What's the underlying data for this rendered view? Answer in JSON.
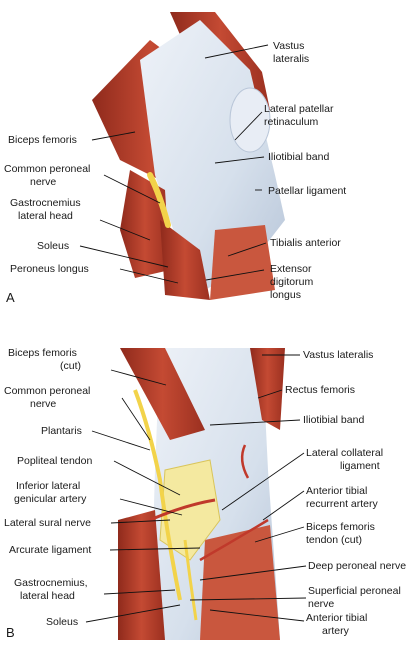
{
  "panels": [
    {
      "letter": "A",
      "labels": [
        {
          "id": "vastus-lateralis",
          "lines": [
            "Vastus",
            "lateralis"
          ]
        },
        {
          "id": "lateral-patellar-retinaculum",
          "lines": [
            "Lateral patellar",
            "retinaculum"
          ]
        },
        {
          "id": "biceps-femoris",
          "lines": [
            "Biceps femoris"
          ]
        },
        {
          "id": "common-peroneal-nerve",
          "lines": [
            "Common peroneal",
            "nerve"
          ]
        },
        {
          "id": "iliotibial-band",
          "lines": [
            "Iliotibial band"
          ]
        },
        {
          "id": "patellar-ligament",
          "lines": [
            "Patellar ligament"
          ]
        },
        {
          "id": "gastrocnemius-lateral-head",
          "lines": [
            "Gastrocnemius",
            "lateral head"
          ]
        },
        {
          "id": "tibialis-anterior",
          "lines": [
            "Tibialis anterior"
          ]
        },
        {
          "id": "soleus",
          "lines": [
            "Soleus"
          ]
        },
        {
          "id": "peroneus-longus",
          "lines": [
            "Peroneus longus"
          ]
        },
        {
          "id": "extensor-digitorum-longus",
          "lines": [
            "Extensor",
            "digitorum",
            "longus"
          ]
        }
      ]
    },
    {
      "letter": "B",
      "labels": [
        {
          "id": "biceps-femoris-cut",
          "lines": [
            "Biceps femoris",
            "(cut)"
          ]
        },
        {
          "id": "vastus-lateralis",
          "lines": [
            "Vastus lateralis"
          ]
        },
        {
          "id": "common-peroneal-nerve",
          "lines": [
            "Common peroneal",
            "nerve"
          ]
        },
        {
          "id": "rectus-femoris",
          "lines": [
            "Rectus femoris"
          ]
        },
        {
          "id": "plantaris",
          "lines": [
            "Plantaris"
          ]
        },
        {
          "id": "iliotibial-band",
          "lines": [
            "Iliotibial band"
          ]
        },
        {
          "id": "popliteal-tendon",
          "lines": [
            "Popliteal tendon"
          ]
        },
        {
          "id": "lateral-collateral-ligament",
          "lines": [
            "Lateral collateral",
            "ligament"
          ]
        },
        {
          "id": "inferior-lateral-genicular-artery",
          "lines": [
            "Inferior lateral",
            "genicular artery"
          ]
        },
        {
          "id": "anterior-tibial-recurrent-artery",
          "lines": [
            "Anterior tibial",
            "recurrent artery"
          ]
        },
        {
          "id": "lateral-sural-nerve",
          "lines": [
            "Lateral sural nerve"
          ]
        },
        {
          "id": "biceps-femoris-tendon-cut",
          "lines": [
            "Biceps femoris",
            "tendon (cut)"
          ]
        },
        {
          "id": "arcurate-ligament",
          "lines": [
            "Arcurate ligament"
          ]
        },
        {
          "id": "deep-peroneal-nerve",
          "lines": [
            "Deep peroneal nerve"
          ]
        },
        {
          "id": "gastrocnemius-lateral-head",
          "lines": [
            "Gastrocnemius,",
            "lateral head"
          ]
        },
        {
          "id": "superficial-peroneal-nerve",
          "lines": [
            "Superficial peroneal",
            "nerve"
          ]
        },
        {
          "id": "soleus",
          "lines": [
            "Soleus"
          ]
        },
        {
          "id": "anterior-tibial-artery",
          "lines": [
            "Anterior tibial",
            "artery"
          ]
        }
      ]
    }
  ],
  "colors": {
    "muscle": "#b8432e",
    "muscle_light": "#d9826b",
    "fascia": "#dfe7f1",
    "fascia_shadow": "#b9c6d8",
    "nerve": "#f2d34a",
    "artery": "#c0392b",
    "ink": "#111111"
  }
}
